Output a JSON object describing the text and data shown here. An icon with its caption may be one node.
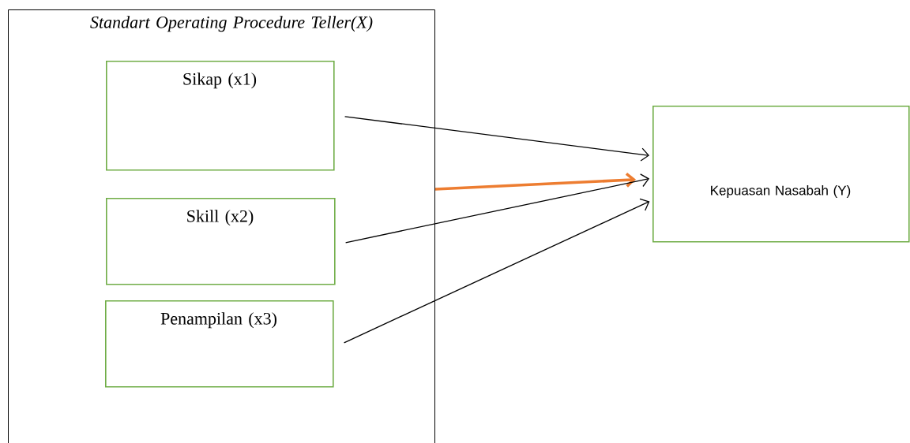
{
  "diagram": {
    "nodes": [
      {
        "text": [
          "Standart Operating Procedure Teller(X)"
        ]
      },
      {
        "text": [
          "Sikap (x1)"
        ],
        "in": 0
      },
      {
        "text": [
          "Skill (x2)"
        ],
        "in": 0
      },
      {
        "text": [
          "Penampilan (x3)"
        ],
        "in": 0
      },
      {
        "text": [
          "Kepuasan Nasabah (Y)"
        ]
      }
    ],
    "edges": [
      {
        "from": 1,
        "to": 4,
        "arrow": "to"
      },
      {
        "from": 0,
        "to": 4,
        "arrow": "to",
        "style": "thick",
        "color": "#ed7d31"
      },
      {
        "from": 2,
        "to": 4,
        "arrow": "to"
      },
      {
        "from": 3,
        "to": 4,
        "arrow": "to"
      }
    ]
  }
}
